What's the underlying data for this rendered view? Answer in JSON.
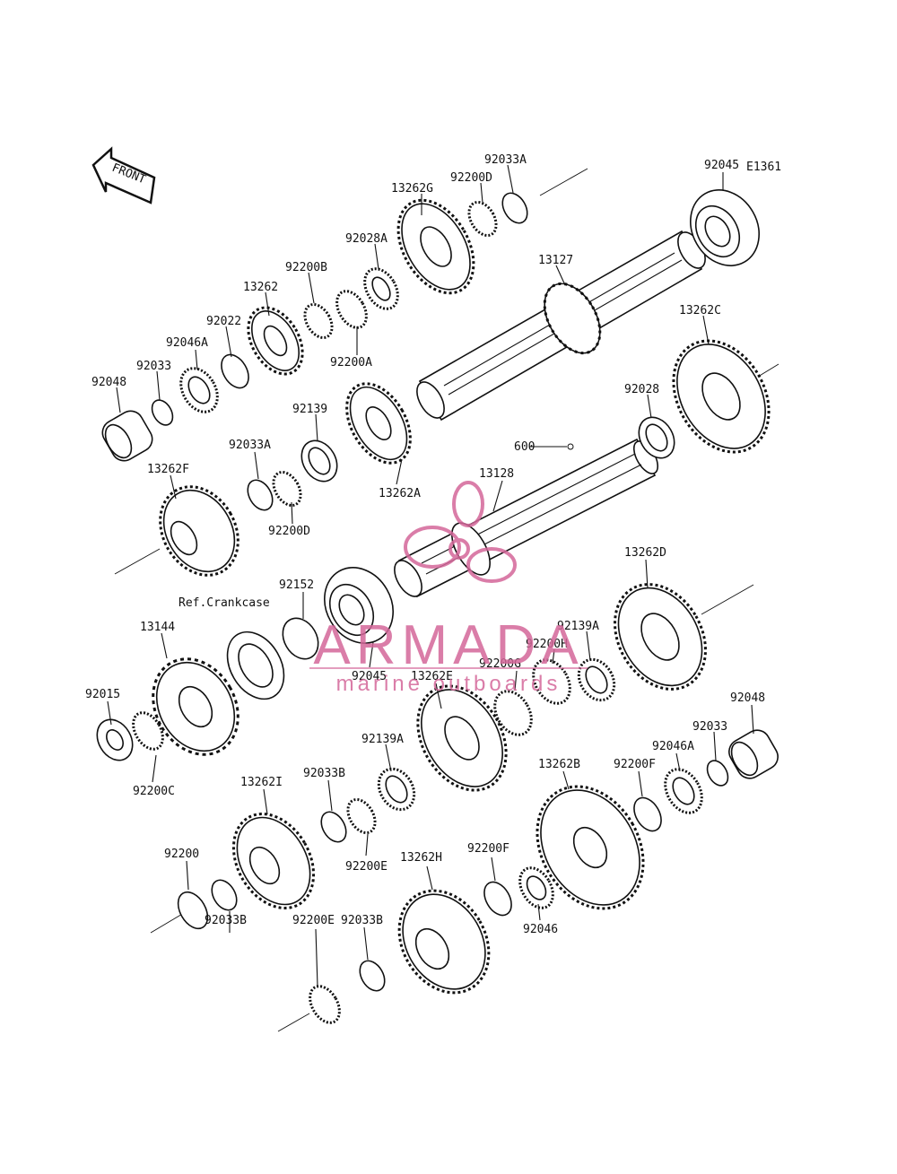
{
  "diagram_code": "E1361",
  "front_arrow_label": "FRONT",
  "reference_label": "Ref.Crankcase",
  "part_labels": {
    "p92033A_top": "92033A",
    "p92045_top": "92045",
    "p92200D_top": "92200D",
    "p13262G": "13262G",
    "p92028A": "92028A",
    "p13127": "13127",
    "p92200B": "92200B",
    "p13262": "13262",
    "p92022": "92022",
    "p92046A_left": "92046A",
    "p92033_left": "92033",
    "p92048_left": "92048",
    "p92200A": "92200A",
    "p13262C": "13262C",
    "p92139": "92139",
    "p92028": "92028",
    "p600": "600",
    "p92033A_mid": "92033A",
    "p13262A": "13262A",
    "p13262F": "13262F",
    "p92200D_mid": "92200D",
    "p13128": "13128",
    "p13262D": "13262D",
    "p92152": "92152",
    "p13144": "13144",
    "p92139A_right": "92139A",
    "p92200H": "92200H",
    "p92045_mid": "92045",
    "p13262E": "13262E",
    "p92200G": "92200G",
    "p92015": "92015",
    "p92048_right": "92048",
    "p92139A_mid": "92139A",
    "p92033_right": "92033",
    "p92046A_right": "92046A",
    "p92200C": "92200C",
    "p13262I": "13262I",
    "p92033B_upper": "92033B",
    "p13262B": "13262B",
    "p92200F_upper": "92200F",
    "p92200E_upper": "92200E",
    "p92200": "92200",
    "p13262H": "13262H",
    "p92200F_lower": "92200F",
    "p92033B_left": "92033B",
    "p92033B_lower": "92033B",
    "p92046": "92046",
    "p92200E_lower": "92200E"
  },
  "watermark": {
    "brand": "ARMADA",
    "tagline": "marine outboards",
    "color": "#d4679a"
  }
}
